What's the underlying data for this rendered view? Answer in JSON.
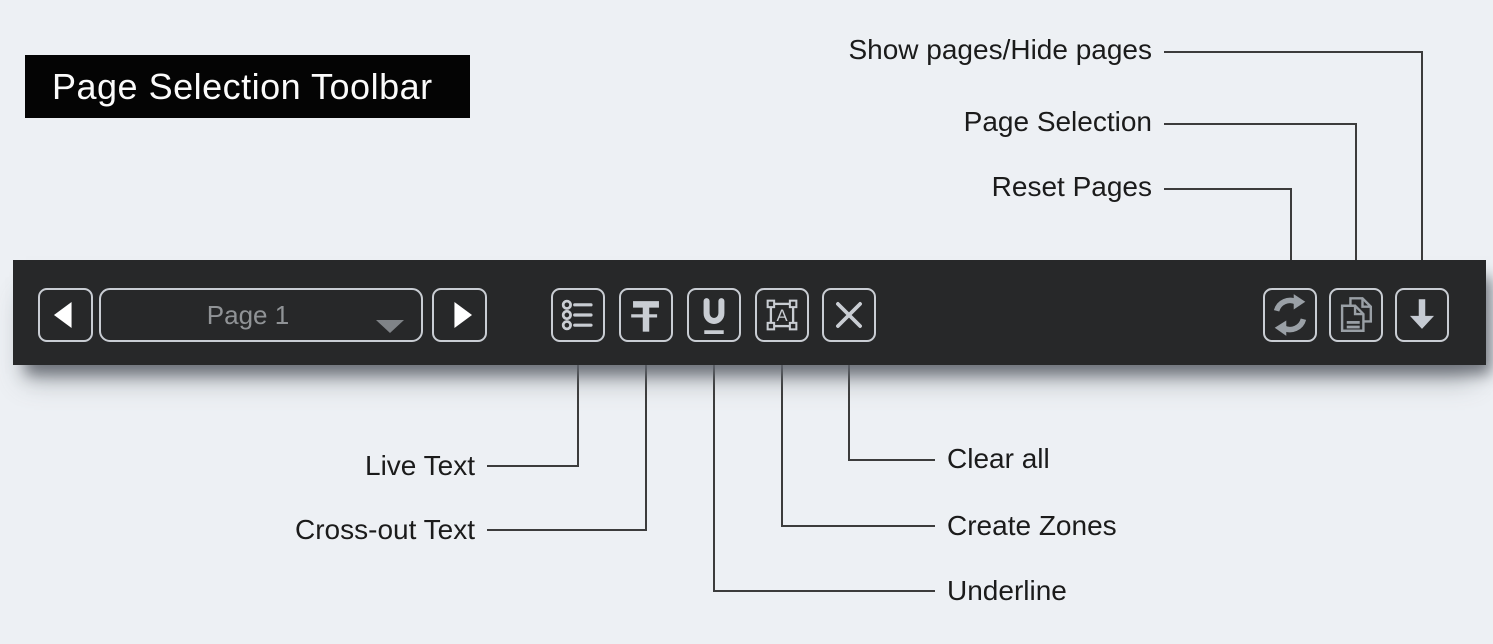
{
  "page": {
    "title": "Page Selection Toolbar",
    "background_color": "#edf0f4",
    "callout_line_color": "#3c3c3c"
  },
  "toolbar": {
    "background_color": "#272829",
    "button_border_color": "#c9cdd3",
    "icon_color": "#c9cdd3",
    "muted_icon_color": "#9aa0a6",
    "nav": {
      "prev_icon": "left-arrow-icon",
      "next_icon": "right-arrow-icon"
    },
    "page_dropdown": {
      "value": "Page 1",
      "caret_icon": "chevron-down-icon"
    },
    "edit_buttons": [
      {
        "name": "live-text",
        "icon": "bullet-list-icon",
        "label": "Live Text"
      },
      {
        "name": "cross-out-text",
        "icon": "cross-out-t-icon",
        "label": "Cross-out Text"
      },
      {
        "name": "underline",
        "icon": "underline-u-icon",
        "label": "Underline"
      },
      {
        "name": "create-zones",
        "icon": "zone-selection-icon",
        "label": "Create Zones"
      },
      {
        "name": "clear-all",
        "icon": "x-icon",
        "label": "Clear all"
      }
    ],
    "page_buttons": [
      {
        "name": "reset-pages",
        "icon": "refresh-icon",
        "label": "Reset Pages"
      },
      {
        "name": "page-selection",
        "icon": "pages-icon",
        "label": "Page Selection"
      },
      {
        "name": "show-hide-pages",
        "icon": "down-arrow-icon",
        "label": "Show pages/Hide pages"
      }
    ]
  },
  "callouts": {
    "show_hide_pages": "Show pages/Hide pages",
    "page_selection": "Page Selection",
    "reset_pages": "Reset Pages",
    "live_text": "Live Text",
    "cross_out_text": "Cross-out Text",
    "underline": "Underline",
    "create_zones": "Create Zones",
    "clear_all": "Clear all"
  }
}
